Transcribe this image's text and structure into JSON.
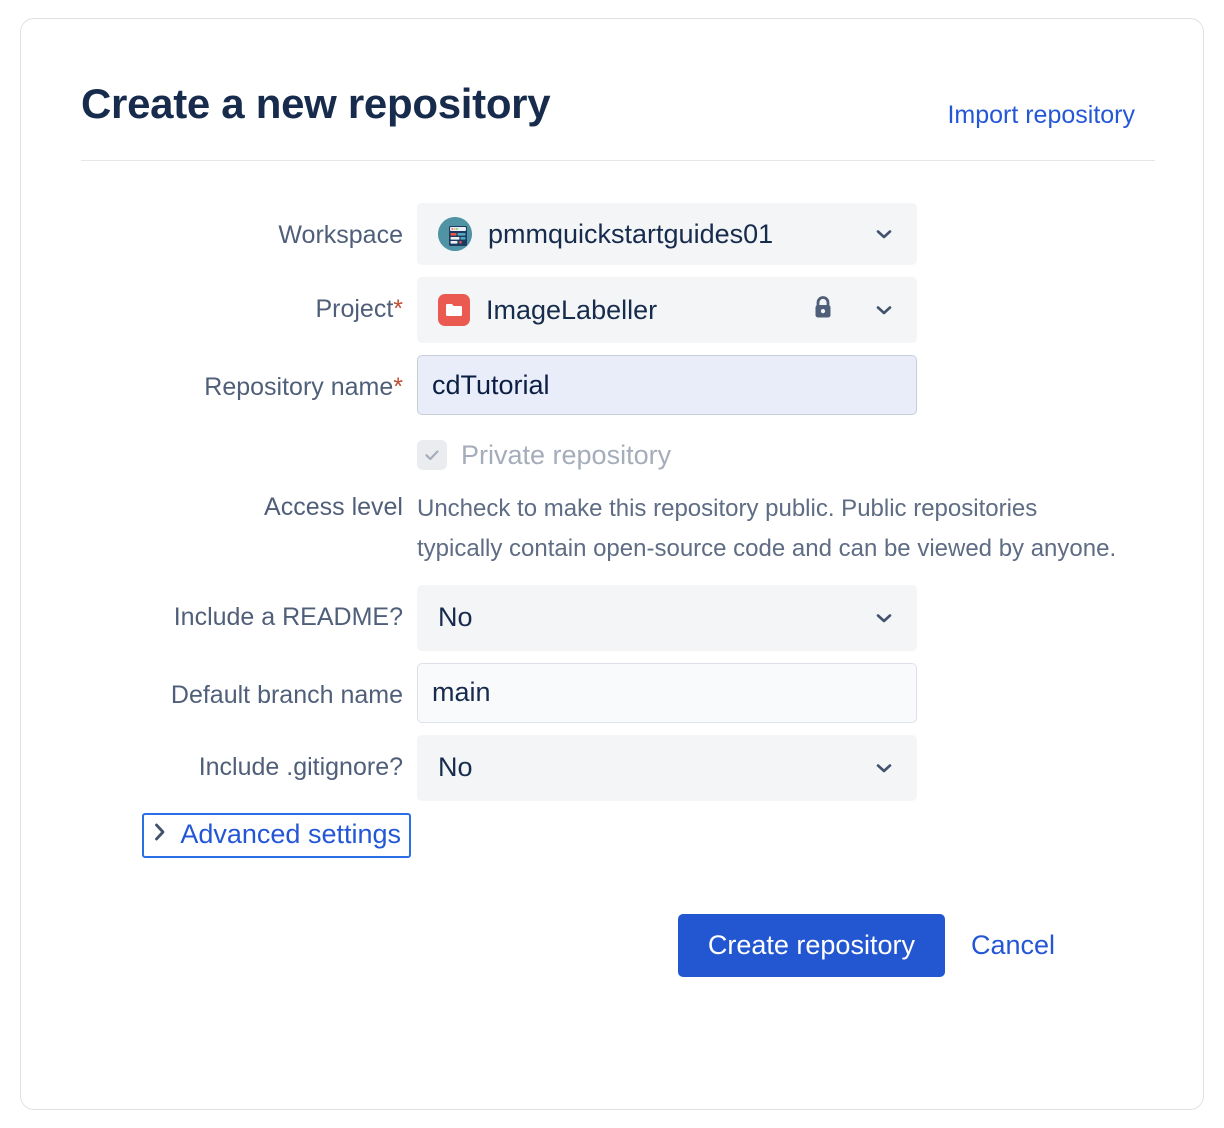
{
  "header": {
    "title": "Create a new repository",
    "import_link": "Import repository"
  },
  "form": {
    "workspace": {
      "label": "Workspace",
      "value": "pmmquickstartguides01",
      "icon": "workspace-avatar-icon",
      "chevron": "chevron-down-icon"
    },
    "project": {
      "label": "Project",
      "required_marker": "*",
      "value": "ImageLabeller",
      "icon": "project-folder-icon",
      "lock_icon": "lock-icon",
      "chevron": "chevron-down-icon"
    },
    "repository_name": {
      "label": "Repository name",
      "required_marker": "*",
      "value": "cdTutorial",
      "placeholder": ""
    },
    "access_level": {
      "label": "Access level",
      "checkbox_label": "Private repository",
      "checkbox_checked": true,
      "checkbox_disabled": true,
      "help_text": "Uncheck to make this repository public. Public repositories typically contain open-source code and can be viewed by anyone."
    },
    "include_readme": {
      "label": "Include a README?",
      "value": "No",
      "chevron": "chevron-down-icon"
    },
    "default_branch_name": {
      "label": "Default branch name",
      "value": "main",
      "placeholder": ""
    },
    "include_gitignore": {
      "label": "Include .gitignore?",
      "value": "No",
      "chevron": "chevron-down-icon"
    },
    "advanced_settings": {
      "label": "Advanced settings",
      "chevron": "chevron-right-icon",
      "expanded": false
    }
  },
  "actions": {
    "submit_label": "Create repository",
    "cancel_label": "Cancel"
  },
  "colors": {
    "title": "#172B4D",
    "link": "#2457D6",
    "primary_button": "#2357D1",
    "label": "#505F79",
    "required": "#BF4D32",
    "field_bg": "#F4F5F7",
    "focused_field_bg": "#E9EDF9",
    "focus_ring": "#2B6FE8",
    "project_icon": "#EB5A50",
    "workspace_icon": "#4F93A5",
    "card_border": "#DFE1E6"
  }
}
